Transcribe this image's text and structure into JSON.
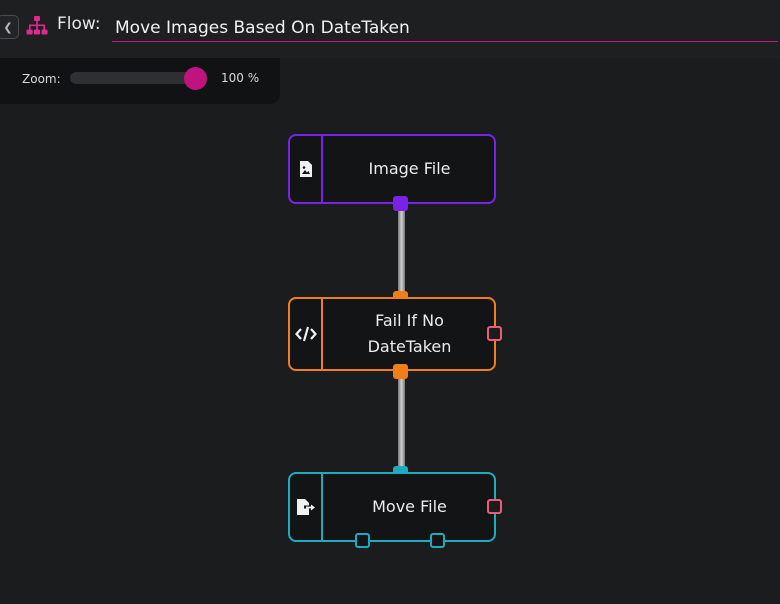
{
  "header": {
    "back_icon": "chevron-left-icon",
    "flow_icon": "sitemap-icon",
    "flow_label": "Flow:",
    "flow_name": "Move Images Based On DateTaken",
    "accent_color": "#c2188b"
  },
  "zoom": {
    "label": "Zoom:",
    "value_text": "100 %",
    "slider_fraction": 1.0
  },
  "nodes": [
    {
      "label": "Image File",
      "icon": "file-image-icon",
      "color": "#7a22e6"
    },
    {
      "label": "Fail If No DateTaken",
      "icon": "code-icon",
      "color": "#f07e1a"
    },
    {
      "label": "Move File",
      "icon": "file-export-icon",
      "color": "#1eabbf"
    }
  ]
}
